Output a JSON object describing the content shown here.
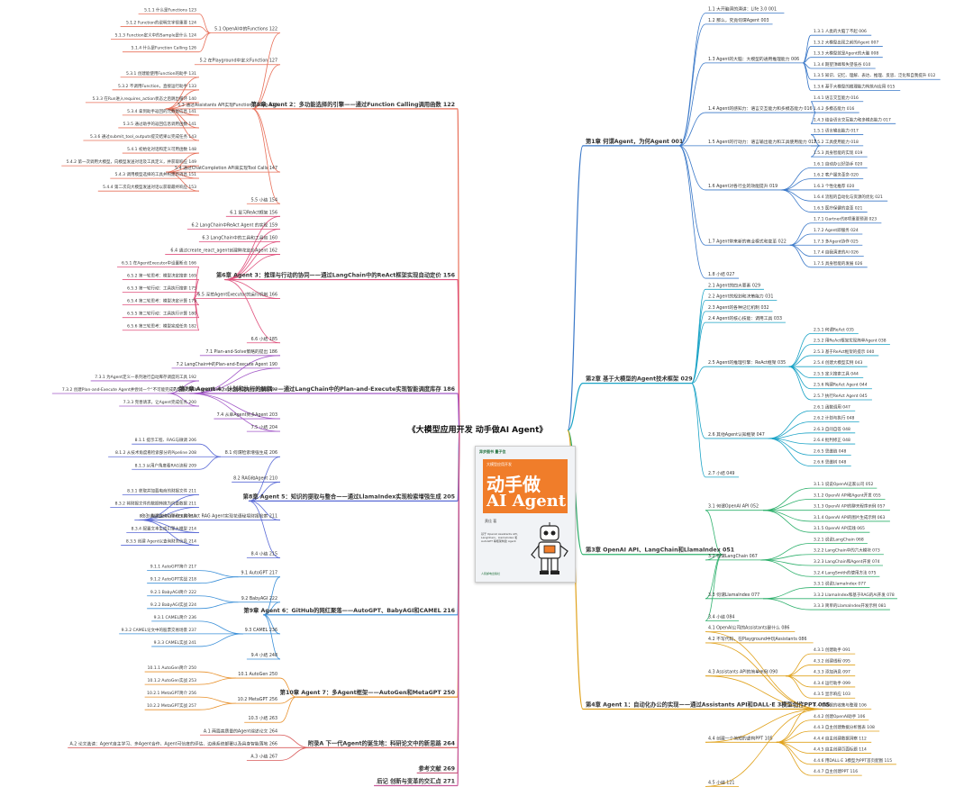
{
  "root": {
    "title": "《大模型应用开发 动手做AI Agent》"
  },
  "book_cover": {
    "logos": "异步图书  量子位",
    "kicker": "大模型应用开发",
    "title_line1": "动手做",
    "title_line2": "AI Agent",
    "author": "黄佳 著",
    "blurb": "基于 OpenAI Assistants API、LangChain、LlamaIndex 和 AutoGPT 等框架构建 Agent",
    "publisher": "人民邮电出版社"
  },
  "right": [
    {
      "label": "第1章 何谓Agent，为何Agent 001",
      "color": "#3a78c8",
      "children": [
        {
          "label": "1.1 大开脑洞的演讲：Life 3.0 001"
        },
        {
          "label": "1.2 那么，究竟何谓Agent 003"
        },
        {
          "label": "1.3 Agent的大脑：大模型的通用推理能力 006",
          "children": [
            {
              "label": "1.3.1 人类的大脑了不起 006"
            },
            {
              "label": "1.3.2 大模型出现之前的Agent 007"
            },
            {
              "label": "1.3.3 大模型就是Agent的大脑 008"
            },
            {
              "label": "1.3.4 期望顶峰和失望低谷 010"
            },
            {
              "label": "1.3.5 知识、记忆、理解、表达、推理、反思、泛化和自我提升 012"
            },
            {
              "label": "1.3.6 基于大模型的推理能力构筑AI应用 015"
            }
          ]
        },
        {
          "label": "1.4 Agent的感知力：语言交互能力和多模态能力 016",
          "children": [
            {
              "label": "1.4.1 语言交互能力 016"
            },
            {
              "label": "1.4.2 多模态能力 016"
            },
            {
              "label": "1.4.3 结合语言交互能力和多模态能力 017"
            }
          ]
        },
        {
          "label": "1.5 Agent的行动力：语言输出能力和工具使用能力 017",
          "children": [
            {
              "label": "1.5.1 语言输出能力 017"
            },
            {
              "label": "1.5.2 工具使用能力 018"
            },
            {
              "label": "1.5.3 具身智能的实现 019"
            }
          ]
        },
        {
          "label": "1.6 Agent对各行业的效能提升 019",
          "children": [
            {
              "label": "1.6.1 自动办公好助手 020"
            },
            {
              "label": "1.6.2 客户服务革命 020"
            },
            {
              "label": "1.6.3 个性化推荐 020"
            },
            {
              "label": "1.6.4 流程的自动化与资源的优化 021"
            },
            {
              "label": "1.6.5 医疗保健的变革 021"
            }
          ]
        },
        {
          "label": "1.7 Agent带来新的商业模式和变革 022",
          "children": [
            {
              "label": "1.7.1 Gartner的8项重要预测 023"
            },
            {
              "label": "1.7.2 Agent即服务 024"
            },
            {
              "label": "1.7.3 多Agent协作 025"
            },
            {
              "label": "1.7.4 自我演进的AI 026"
            },
            {
              "label": "1.7.5 具身智能的发展 026"
            }
          ]
        },
        {
          "label": "1.8 小结 027"
        }
      ]
    },
    {
      "label": "第2章 基于大模型的Agent技术框架 029",
      "color": "#1ba3c6",
      "children": [
        {
          "label": "2.1 Agent的四大要素 029"
        },
        {
          "label": "2.2 Agent的规划和决策能力 031"
        },
        {
          "label": "2.3 Agent的各种记忆机制 032"
        },
        {
          "label": "2.4 Agent的核心技能：调用工具 033"
        },
        {
          "label": "2.5 Agent的推理引擎：ReAct框架 035",
          "children": [
            {
              "label": "2.5.1 何谓ReAct 035"
            },
            {
              "label": "2.5.2 用ReAct框架实现简单Agent 038"
            },
            {
              "label": "2.5.3 基于ReAct框架的提示 040"
            },
            {
              "label": "2.5.4 创建大模型实例 043"
            },
            {
              "label": "2.5.5 定义搜索工具 044"
            },
            {
              "label": "2.5.6 构建ReAct Agent 044"
            },
            {
              "label": "2.5.7 执行ReAct Agent 045"
            }
          ]
        },
        {
          "label": "2.6 其他Agent认知框架 047",
          "children": [
            {
              "label": "2.6.1 函数调用 047"
            },
            {
              "label": "2.6.2 计划与执行 048"
            },
            {
              "label": "2.6.3 自问自答 048"
            },
            {
              "label": "2.6.4 批判修正 048"
            },
            {
              "label": "2.6.5 思维链 048"
            },
            {
              "label": "2.6.6 思维树 048"
            }
          ]
        },
        {
          "label": "2.7 小结 049"
        }
      ]
    },
    {
      "label": "第3章 OpenAI API、LangChain和LlamaIndex 051",
      "color": "#2fb16d",
      "children": [
        {
          "label": "3.1 何谓OpenAI API 052",
          "children": [
            {
              "label": "3.1.1 说说OpenAI这家公司 052"
            },
            {
              "label": "3.1.2 OpenAI API和Agent开发 055"
            },
            {
              "label": "3.1.3 OpenAI API的聊天程序示例 057"
            },
            {
              "label": "3.1.4 OpenAI API的图片生成示例 063"
            },
            {
              "label": "3.1.5 OpenAI API实践 065"
            }
          ]
        },
        {
          "label": "3.2 何谓LangChain 067",
          "children": [
            {
              "label": "3.2.1 说说LangChain 068"
            },
            {
              "label": "3.2.2 LangChain中的六大模块 073"
            },
            {
              "label": "3.2.3 LangChain和Agent开发 074"
            },
            {
              "label": "3.2.4 LangSmith的使用方法 075"
            }
          ]
        },
        {
          "label": "3.3 何谓LlamaIndex 077",
          "children": [
            {
              "label": "3.3.1 说说LlamaIndex 077"
            },
            {
              "label": "3.3.2 LlamaIndex和基于RAG的AI开发 078"
            },
            {
              "label": "3.3.3 简单的LlamaIndex开发示例 081"
            }
          ]
        },
        {
          "label": "3.4 小结 084"
        }
      ]
    },
    {
      "label": "第4章 Agent 1：自动化办公的实现——通过Assistants API和DALL·E 3模型创作PPT 085",
      "color": "#e0a21c",
      "children": [
        {
          "label": "4.1 OpenAI公司的Assistants是什么 086"
        },
        {
          "label": "4.2 不写代码，在Playground中玩Assistants 086"
        },
        {
          "label": "4.3 Assistants API的简单示例 090",
          "children": [
            {
              "label": "4.3.1 创建助手 091"
            },
            {
              "label": "4.3.2 创建线程 095"
            },
            {
              "label": "4.3.3 添加消息 097"
            },
            {
              "label": "4.3.4 运行助手 099"
            },
            {
              "label": "4.3.5 显示响应 103"
            }
          ]
        },
        {
          "label": "4.4 创建一个简短的虚构PPT 105",
          "children": [
            {
              "label": "4.4.1 数据的收集与整理 106"
            },
            {
              "label": "4.4.2 创建OpenAI助手 106"
            },
            {
              "label": "4.4.3 自主创建数据分析图表 108"
            },
            {
              "label": "4.4.4 自主创建数据洞察 112"
            },
            {
              "label": "4.4.5 自主创建页面标题 114"
            },
            {
              "label": "4.4.6 用DALL·E 3模型为PPT首页配图 115"
            },
            {
              "label": "4.4.7 自主创建PPT 116"
            }
          ]
        },
        {
          "label": "4.5 小结 121"
        }
      ]
    }
  ],
  "left": [
    {
      "label": "第5章 Agent 2：多功能选择的引擎——通过Function Calling调用函数 122",
      "color": "#e8705a",
      "children": [
        {
          "label": "5.1 OpenAI中的Functions 122",
          "children": [
            {
              "label": "5.1.1 什么是Functions 123"
            },
            {
              "label": "5.1.2 Function的说明文字很重要 124"
            },
            {
              "label": "5.1.3 Function定义中的Sample是什么 124"
            },
            {
              "label": "5.1.4 什么是Function Calling 126"
            }
          ]
        },
        {
          "label": "5.2 在Playground中定义Function 127"
        },
        {
          "label": "5.3 通过Assistants API实现Function Calling 130",
          "children": [
            {
              "label": "5.3.1 创建能使用Function的助手 131"
            },
            {
              "label": "5.3.2 不调用Function，直接运行助手 133"
            },
            {
              "label": "5.3.3 在Run进入requires_action状态之后跳出循环 140"
            },
            {
              "label": "5.3.4 拿到助手返回的元数据信息 141"
            },
            {
              "label": "5.3.5 通过助手的返回信息调用函数 141"
            },
            {
              "label": "5.3.6 通过submit_tool_outputs提交结果以完成任务 143"
            }
          ]
        },
        {
          "label": "5.4 通过ChatCompletion API来实现Tool Calls 147",
          "children": [
            {
              "label": "5.4.1 初始化对话和定义可用函数 148"
            },
            {
              "label": "5.4.2 第一次调用大模型，向模型发送对话及工具定义，并获取响应 149"
            },
            {
              "label": "5.4.3 调用模型选择的工具并构建新消息 151"
            },
            {
              "label": "5.4.4 第二次向大模型发送对话以获取最终响应 153"
            }
          ]
        },
        {
          "label": "5.5 小结 154"
        }
      ]
    },
    {
      "label": "第6章 Agent 3：推理与行动的协同——通过LangChain中的ReAct框架实现自动定价 156",
      "color": "#e0527e",
      "children": [
        {
          "label": "6.1 复习ReAct框架 156"
        },
        {
          "label": "6.2 LangChain中ReAct Agent 的实现 159"
        },
        {
          "label": "6.3 LangChain中的工具和工具包 160"
        },
        {
          "label": "6.4 通过create_react_agent创建鲜花定价Agent 162"
        },
        {
          "label": "6.5 深挖AgentExecutor的运行机制 166",
          "children": [
            {
              "label": "6.5.1 在AgentExecutor中设置断点 166"
            },
            {
              "label": "6.5.2 第一轮思考：模型决定搜索 169"
            },
            {
              "label": "6.5.3 第一轮行动：工具执行搜索 175"
            },
            {
              "label": "6.5.4 第二轮思考：模型决定计算 179"
            },
            {
              "label": "6.5.5 第二轮行动：工具执行计算 180"
            },
            {
              "label": "6.5.6 第三轮思考：模型完成任务 182"
            }
          ]
        },
        {
          "label": "6.6 小结 185"
        }
      ]
    },
    {
      "label": "第7章 Agent 4：计划和执行的解耦——通过LangChain中的Plan-and-Execute实现智能调度库存 186",
      "color": "#a35ac8",
      "children": [
        {
          "label": "7.1 Plan-and-Solve策略的提出 186"
        },
        {
          "label": "7.2 LangChain中的Plan-and-Execute Agent 190"
        },
        {
          "label": "7.3 通过Plan-and-Execute Agent实现物流管理 192",
          "children": [
            {
              "label": "7.3.1 为Agent定义一系列进行自动库存调度的工具 192"
            },
            {
              "label": "7.3.2 创建Plan-and-Execute Agent并尝试一个“不可能完成的任务” 193"
            },
            {
              "label": "7.3.3 完善请求，让Agent完成任务 200"
            }
          ]
        },
        {
          "label": "7.4 从单Agent到多Agent 203"
        },
        {
          "label": "7.5 小结 204"
        }
      ]
    },
    {
      "label": "第8章 Agent 5：知识的提取与整合——通过LlamaIndex实现检索增强生成 205",
      "color": "#5a6ad6",
      "children": [
        {
          "label": "8.1 何谓检索增强生成 206",
          "children": [
            {
              "label": "8.1.1 提示工程、RAG与微调 206"
            },
            {
              "label": "8.1.2 从技术角度看检索部分的Pipeline 208"
            },
            {
              "label": "8.1.3 从用户角度看RAG流程 209"
            }
          ]
        },
        {
          "label": "8.2 RAG和Agent 210"
        },
        {
          "label": "8.3 通过LlamaIndex的ReAct RAG Agent实现花语秘境财报检索 211",
          "children": [
            {
              "label": "8.3.1 获取并加载电商的财报文件 211"
            },
            {
              "label": "8.3.2 将财报文件的数据转换为向量数据 211"
            },
            {
              "label": "8.3.3 构建查询引擎和工具 213"
            },
            {
              "label": "8.3.4 配置文本生成引擎大模型 214"
            },
            {
              "label": "8.3.5 创建 Agent以查询财务信息 214"
            }
          ]
        },
        {
          "label": "8.4 小结 215"
        }
      ]
    },
    {
      "label": "第9章 Agent 6：GitHub的网红聚落——AutoGPT、BabyAGI和CAMEL 216",
      "color": "#3a8fd8",
      "children": [
        {
          "label": "9.1 AutoGPT 217",
          "children": [
            {
              "label": "9.1.1 AutoGPT简介 217"
            },
            {
              "label": "9.1.2 AutoGPT实战 218"
            }
          ]
        },
        {
          "label": "9.2 BabyAGI 222",
          "children": [
            {
              "label": "9.2.1 BabyAGI简介 222"
            },
            {
              "label": "9.2.2 BabyAGI实战 224"
            }
          ]
        },
        {
          "label": "9.3 CAMEL 236",
          "children": [
            {
              "label": "9.3.1 CAMEL简介 236"
            },
            {
              "label": "9.3.2 CAMEL论文中的股票交易场景 237"
            },
            {
              "label": "9.3.3 CAMEL实战 241"
            }
          ]
        },
        {
          "label": "9.4 小结 248"
        }
      ]
    },
    {
      "label": "第10章 Agent 7：多Agent框架——AutoGen和MetaGPT 250",
      "color": "#e8902a",
      "children": [
        {
          "label": "10.1 AutoGen 250",
          "children": [
            {
              "label": "10.1.1 AutoGen简介 250"
            },
            {
              "label": "10.1.2 AutoGen实战 253"
            }
          ]
        },
        {
          "label": "10.2 MetaGPT 256",
          "children": [
            {
              "label": "10.2.1 MetaGPT简介 256"
            },
            {
              "label": "10.2.2 MetaGPT实战 257"
            }
          ]
        },
        {
          "label": "10.3 小结 263"
        }
      ]
    },
    {
      "label": "附录A 下一代Agent的诞生地：科研论文中的新思路 264",
      "color": "#d95a5a",
      "children": [
        {
          "label": "A.1 两篇高质量的Agent综述论文 264"
        },
        {
          "label": "A.2 论文选读：Agent自主学习、多Agent合作、Agent可信度的评估、边缘系统部署以及具身智能落地 266"
        },
        {
          "label": "A.3 小结 267"
        }
      ]
    },
    {
      "label": "参考文献 269",
      "color": "#c85a7a",
      "children": []
    },
    {
      "label": "后记 创新与变革的交汇点 271",
      "color": "#c85a9a",
      "children": []
    }
  ]
}
